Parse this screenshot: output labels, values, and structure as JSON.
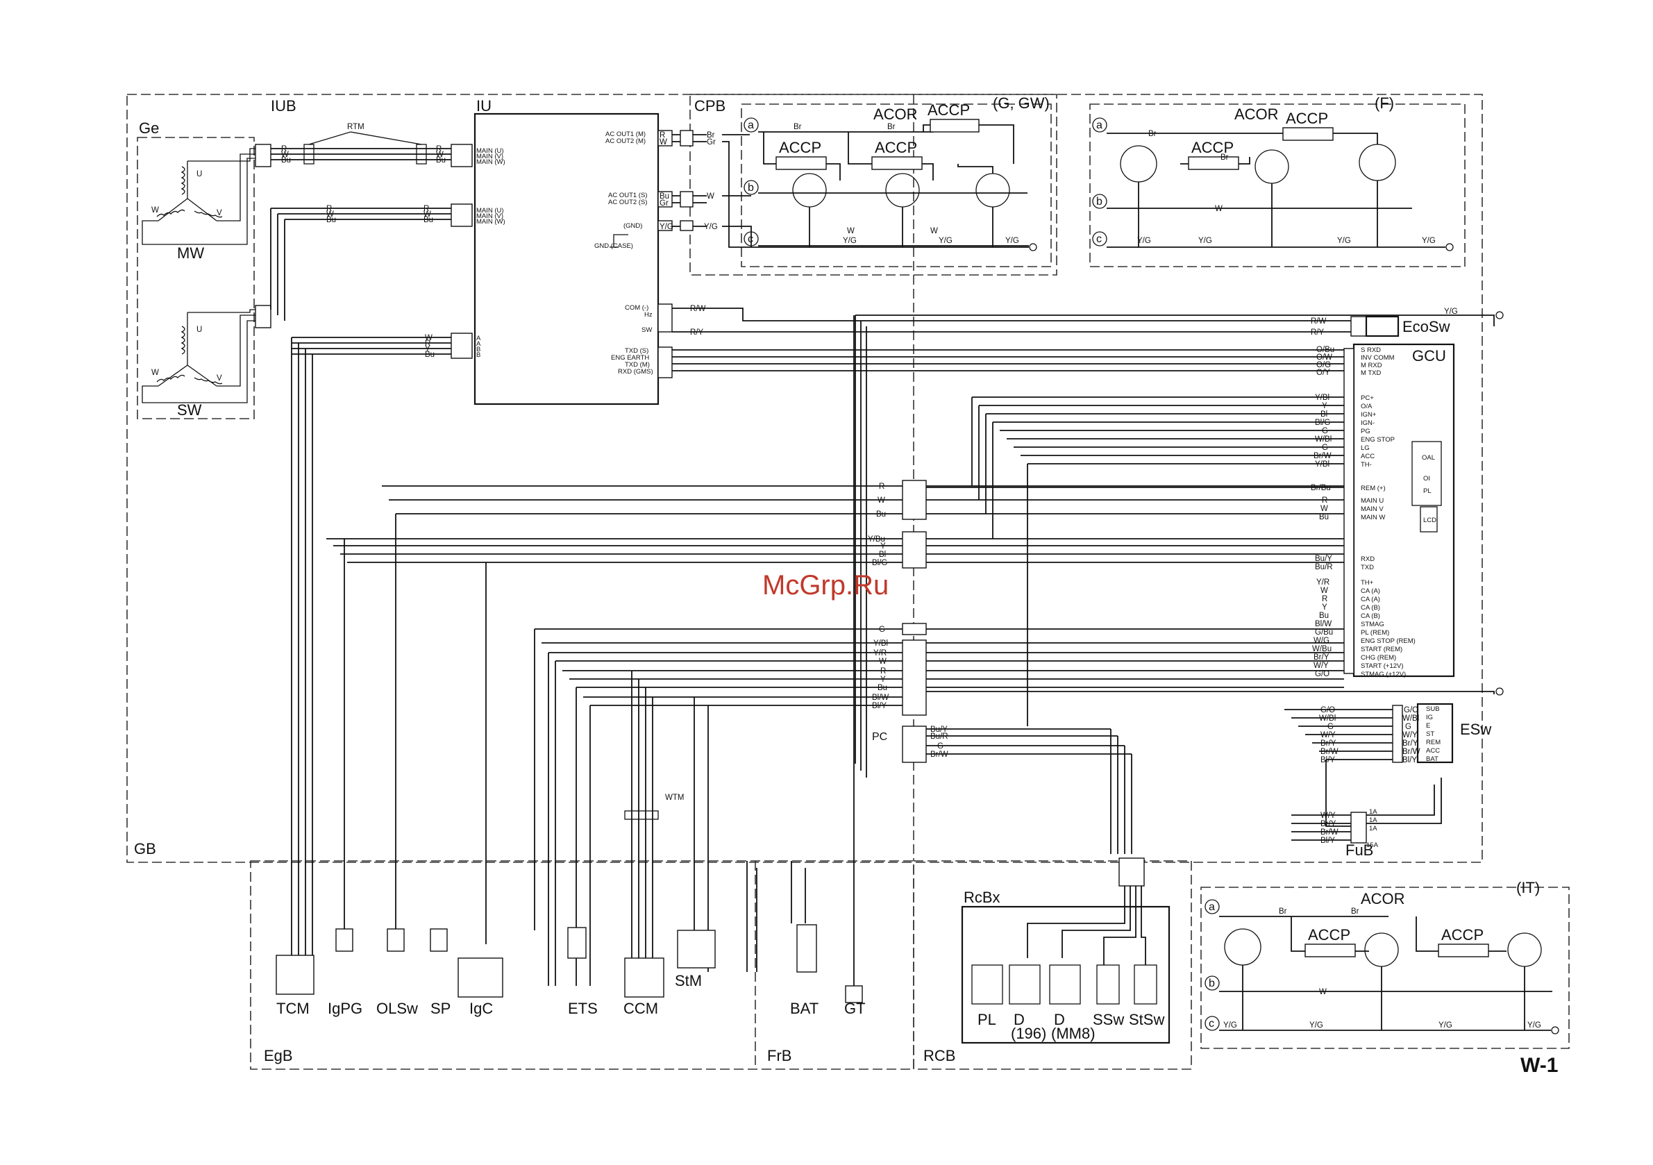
{
  "page_id": "W-1",
  "watermark": "McGrp.Ru",
  "blocks": {
    "Ge": "Ge",
    "IUB": "IUB",
    "IU": "IU",
    "CPB": "CPB",
    "GB": "GB",
    "EgB": "EgB",
    "FrB": "FrB",
    "RCB": "RCB",
    "RcBx": "RcBx",
    "GCU": "GCU",
    "ESw": "ESw",
    "EcoSw": "EcoSw",
    "FuB": "FuB",
    "MW": "MW",
    "SW": "SW",
    "RTM": "RTM",
    "WTM": "WTM",
    "PC": "PC"
  },
  "acor_panels": [
    {
      "title": "ACOR",
      "variant": "(G, GW)"
    },
    {
      "title": "ACOR",
      "variant": "(F)"
    },
    {
      "title": "ACOR",
      "variant": "(IT)"
    }
  ],
  "accp": "ACCP",
  "abc": [
    "a",
    "b",
    "c"
  ],
  "iu_pins_main": [
    "MAIN (U)",
    "MAIN (V)",
    "MAIN (W)"
  ],
  "iu_pins_ac": [
    "AC OUT1 (M)",
    "AC OUT2 (M)",
    "AC OUT1 (S)",
    "AC OUT2 (S)",
    "(GND)",
    "GND (CASE)"
  ],
  "iu_pins_com": [
    "COM (-)",
    "Hz",
    "SW",
    "TXD (S)",
    "ENG EARTH",
    "TXD (M)",
    "RXD (GMS)"
  ],
  "gcu_pins": [
    "S RXD",
    "INV COMM",
    "M RXD",
    "M TXD",
    "PC+",
    "O/A",
    "IGN+",
    "IGN-",
    "PG",
    "ENG STOP",
    "LG",
    "ACC",
    "TH-",
    "REM (+)",
    "MAIN U",
    "MAIN V",
    "MAIN W",
    "RXD",
    "TXD",
    "TH+",
    "CA (A)",
    "CA (A)",
    "CA (B)",
    "CA (B)",
    "STMAG",
    "PL (REM)",
    "ENG STOP (REM)",
    "START (REM)",
    "CHG (REM)",
    "START (+12V)",
    "STMAG (+12V)"
  ],
  "gcu_wires": [
    "O/Bu",
    "O/W",
    "O/G",
    "O/Y",
    "Y/Bl",
    "Y",
    "Bl",
    "Bl/G",
    "G",
    "W/Bl",
    "G",
    "Br/W",
    "Y/Bl",
    "Br/Bu",
    "R",
    "W",
    "Bu",
    "Bu/Y",
    "Bu/R",
    "Y/R",
    "W",
    "R",
    "Y",
    "Bu",
    "Bl/W",
    "G/Bu",
    "W/G",
    "W/Bu",
    "Br/Y",
    "W/Y",
    "G/O"
  ],
  "gcu_leds": [
    "OAL",
    "OI",
    "PL"
  ],
  "gcu_lcd": "LCD",
  "esw_pins": [
    "SUB",
    "IG",
    "E",
    "ST",
    "REM",
    "ACC",
    "BAT"
  ],
  "esw_wires": [
    "G/O",
    "W/Bl",
    "G",
    "W/Y",
    "Br/Y",
    "Br/W",
    "Bl/Y"
  ],
  "fuse_wires": [
    "W/Y",
    "Br/Y",
    "Br/W",
    "Bl/Y"
  ],
  "fuse_ratings": [
    "1A",
    "1A",
    "1A",
    "15A"
  ],
  "mid_conn_wires": [
    "R",
    "W",
    "Bu",
    "Y/Bu",
    "Y",
    "Bl",
    "Bl/G",
    "G",
    "Y/Bl",
    "Y/R",
    "W",
    "R",
    "Y",
    "Bu",
    "Bl/W",
    "Bl/Y",
    "Bu/Y",
    "Bu/R",
    "G",
    "Br/W"
  ],
  "bottom_components": [
    "TCM",
    "IgPG",
    "OLSw",
    "SP",
    "IgC",
    "ETS",
    "CCM",
    "StM",
    "BAT",
    "GT"
  ],
  "rcb_components": [
    "PL",
    "D",
    "(196)",
    "D",
    "(MM8)",
    "SSw",
    "StSw"
  ],
  "wire_labels_top": [
    "R",
    "W",
    "Bu",
    "Br",
    "Gr",
    "Y/G",
    "R/W",
    "R/Y",
    "O/Bu",
    "O/W",
    "O/G",
    "O/Y"
  ]
}
